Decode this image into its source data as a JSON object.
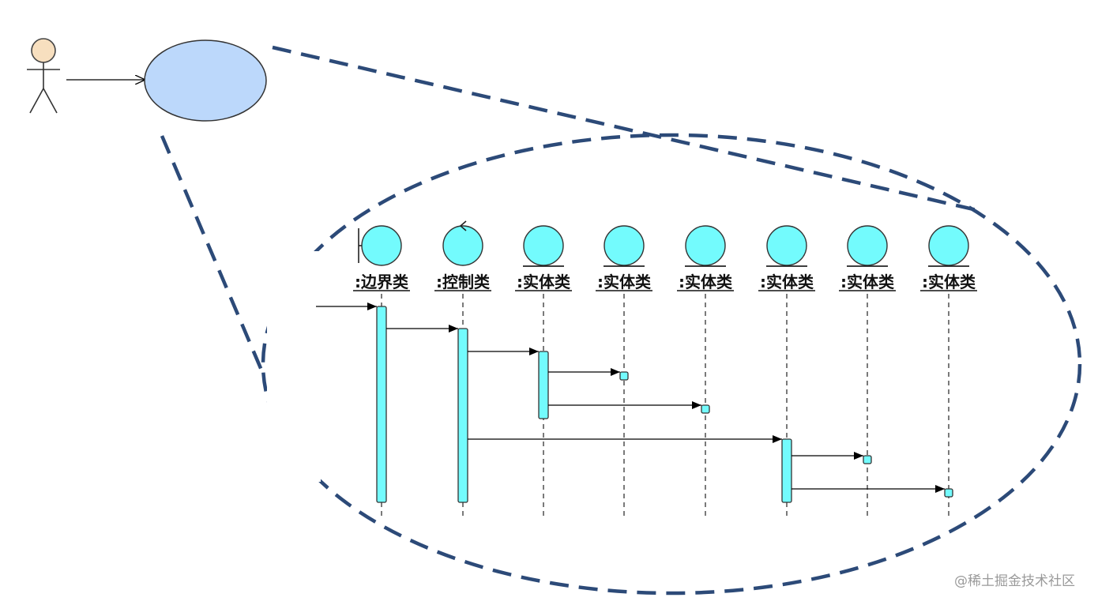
{
  "lifelines": [
    {
      "label": ":边界类",
      "kind": "boundary"
    },
    {
      "label": ":控制类",
      "kind": "control"
    },
    {
      "label": ":实体类",
      "kind": "entity"
    },
    {
      "label": ":实体类",
      "kind": "entity"
    },
    {
      "label": ":实体类",
      "kind": "entity"
    },
    {
      "label": ":实体类",
      "kind": "entity"
    },
    {
      "label": ":实体类",
      "kind": "entity"
    },
    {
      "label": ":实体类",
      "kind": "entity"
    }
  ],
  "colors": {
    "object_fill": "#73fbfd",
    "usecase_fill": "#bcd8fb",
    "actor_head": "#f7dfbf",
    "dashed_callout": "#2c4a78"
  },
  "watermark": "@稀土掘金技术社区"
}
